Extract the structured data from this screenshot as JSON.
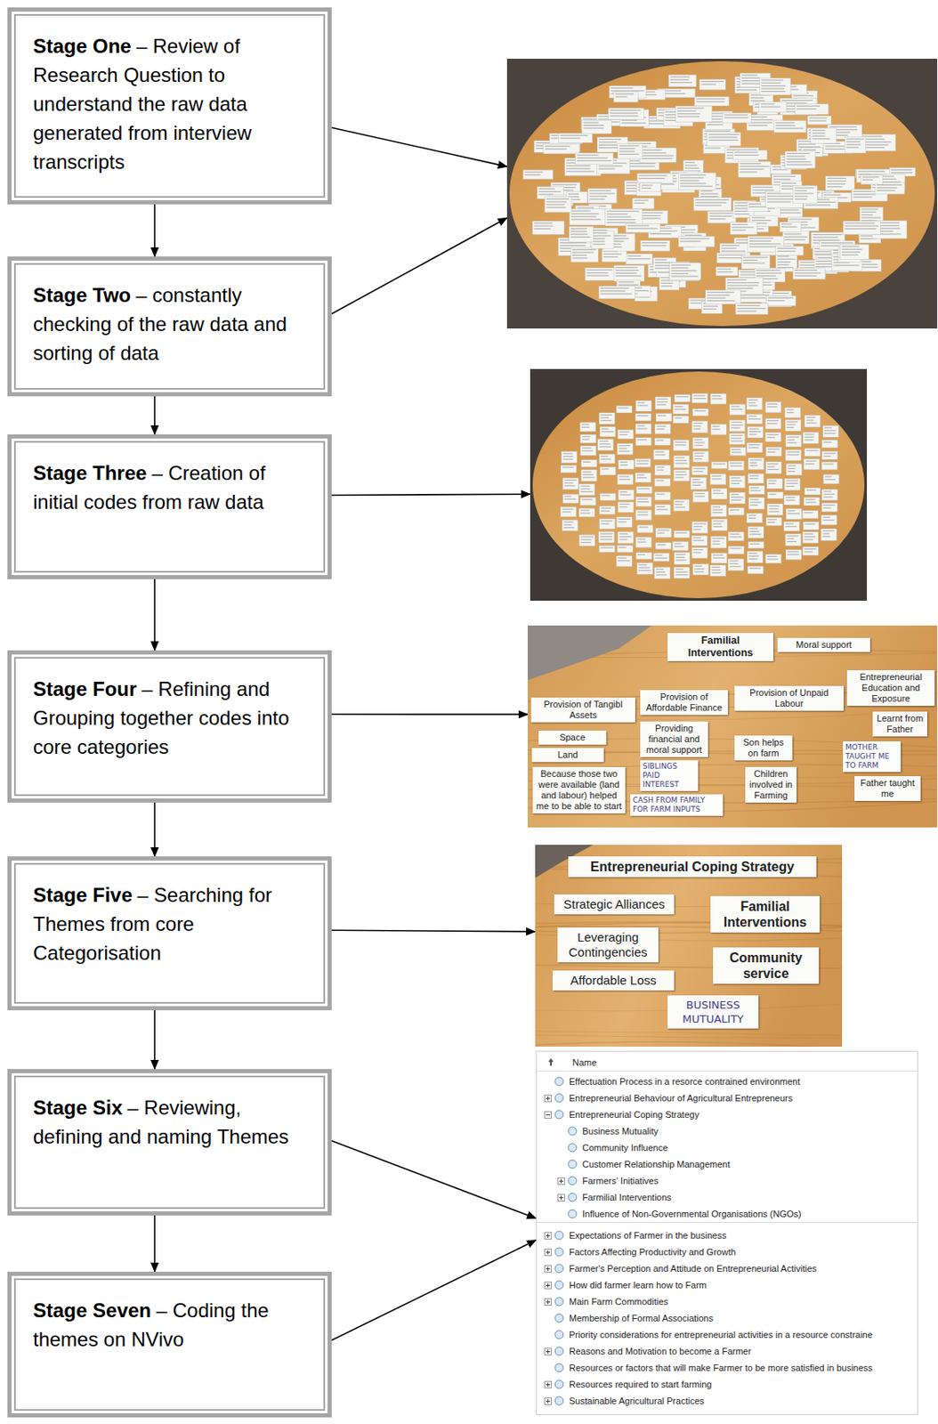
{
  "diagram": {
    "nodes": [
      {
        "text": [
          "Stage One",
          "– Review of Research Question to understand the raw data generated from interview transcripts"
        ]
      },
      {
        "text": [
          "Stage Two",
          "– constantly checking of the raw data and sorting of data"
        ]
      },
      {
        "text": [
          "Stage Three",
          "– Creation of initial codes from raw data"
        ]
      },
      {
        "text": [
          "Stage Four",
          "– Refining and Grouping together codes into core categories"
        ]
      },
      {
        "text": [
          "Stage Five",
          "– Searching for Themes from core Categorisation"
        ]
      },
      {
        "text": [
          "Stage Six",
          "– Reviewing, defining and naming Themes"
        ]
      },
      {
        "text": [
          "Stage Seven",
          "– Coding the themes on NVivo"
        ]
      },
      {
        "text": []
      },
      {
        "text": []
      },
      {
        "text": []
      },
      {
        "text": []
      },
      {
        "text": [
          "Name",
          "Effectuation Process in a resorce contrained environment",
          "Entrepreneurial Behaviour of Agricultural Entrepreneurs",
          "Entrepreneurial Coping Strategy",
          "Business Mutuality",
          "Community Influence",
          "Customer Relationship Management",
          "Farmers' Initiatives",
          "Farmilial Interventions",
          "Influence of Non-Governmental Organisations (NGOs)",
          "Expectations of Farmer in the business",
          "Factors Affecting Productivity and Growth",
          "Farmer's Perception and Attitude on Entrepreneurial Activities",
          "How did farmer learn how to Farm",
          "Main Farm Commodities",
          "Membership of Formal Associations",
          "Priority considerations for entrepreneurial activities in a resource constraine",
          "Reasons and Motivation to become a Farmer",
          "Resources or factors that will make Farmer to be more satisfied in business",
          "Resources required to start farming",
          "Sustainable Agricultural Practices"
        ]
      },
      {
        "text": [
          "Familial Interventions"
        ],
        "in": 9
      },
      {
        "text": [
          "Moral support"
        ],
        "in": 9
      },
      {
        "text": [
          "Entrepreneurial Education and Exposure"
        ],
        "in": 9
      },
      {
        "text": [
          "Provision of Tangibl Assets"
        ],
        "in": 9
      },
      {
        "text": [
          "Provision of Affordable Finance"
        ],
        "in": 9
      },
      {
        "text": [
          "Provision of Unpaid Labour"
        ],
        "in": 9
      },
      {
        "text": [
          "Learnt from Father"
        ],
        "in": 9
      },
      {
        "text": [
          "Space"
        ],
        "in": 9
      },
      {
        "text": [
          "Providing financial and moral support"
        ],
        "in": 9
      },
      {
        "text": [
          "Son helps on farm"
        ],
        "in": 9
      },
      {
        "text": [
          "MOTHER TAUGHT ME TO FARM"
        ],
        "in": 9
      },
      {
        "text": [
          "Land"
        ],
        "in": 9
      },
      {
        "text": [
          "SIBLINGS PAID INTEREST"
        ],
        "in": 9
      },
      {
        "text": [
          "Because those two were available (land and labour) helped me to be able to start"
        ],
        "in": 9
      },
      {
        "text": [
          "Children involved in Farming"
        ],
        "in": 9
      },
      {
        "text": [
          "Father taught me"
        ],
        "in": 9
      },
      {
        "text": [
          "CASH FROM FAMILY FOR FARM INPUTS"
        ],
        "in": 9
      },
      {
        "text": [
          "Entrepreneurial Coping Strategy"
        ],
        "in": 10
      },
      {
        "text": [
          "Strategic Alliances"
        ],
        "in": 10
      },
      {
        "text": [
          "Familial Interventions"
        ],
        "in": 10
      },
      {
        "text": [
          "Leveraging Contingencies"
        ],
        "in": 10
      },
      {
        "text": [
          "Community service"
        ],
        "in": 10
      },
      {
        "text": [
          "Affordable Loss"
        ],
        "in": 10
      },
      {
        "text": [
          "BUSINESS MUTUALITY"
        ],
        "in": 10
      }
    ],
    "edges": [
      {
        "from": 0,
        "to": 1,
        "arrow": "to"
      },
      {
        "from": 1,
        "to": 2,
        "arrow": "to"
      },
      {
        "from": 2,
        "to": 3,
        "arrow": "to"
      },
      {
        "from": 3,
        "to": 4,
        "arrow": "to"
      },
      {
        "from": 4,
        "to": 5,
        "arrow": "to"
      },
      {
        "from": 5,
        "to": 6,
        "arrow": "to"
      },
      {
        "from": 0,
        "to": 7,
        "arrow": "to"
      },
      {
        "from": 1,
        "to": 7,
        "arrow": "to"
      },
      {
        "from": 2,
        "to": 8,
        "arrow": "to"
      },
      {
        "from": 3,
        "to": 9,
        "arrow": "to"
      },
      {
        "from": 4,
        "to": 10,
        "arrow": "to"
      },
      {
        "from": 5,
        "to": 11,
        "arrow": "to"
      },
      {
        "from": 6,
        "to": 11,
        "arrow": "to"
      }
    ]
  }
}
